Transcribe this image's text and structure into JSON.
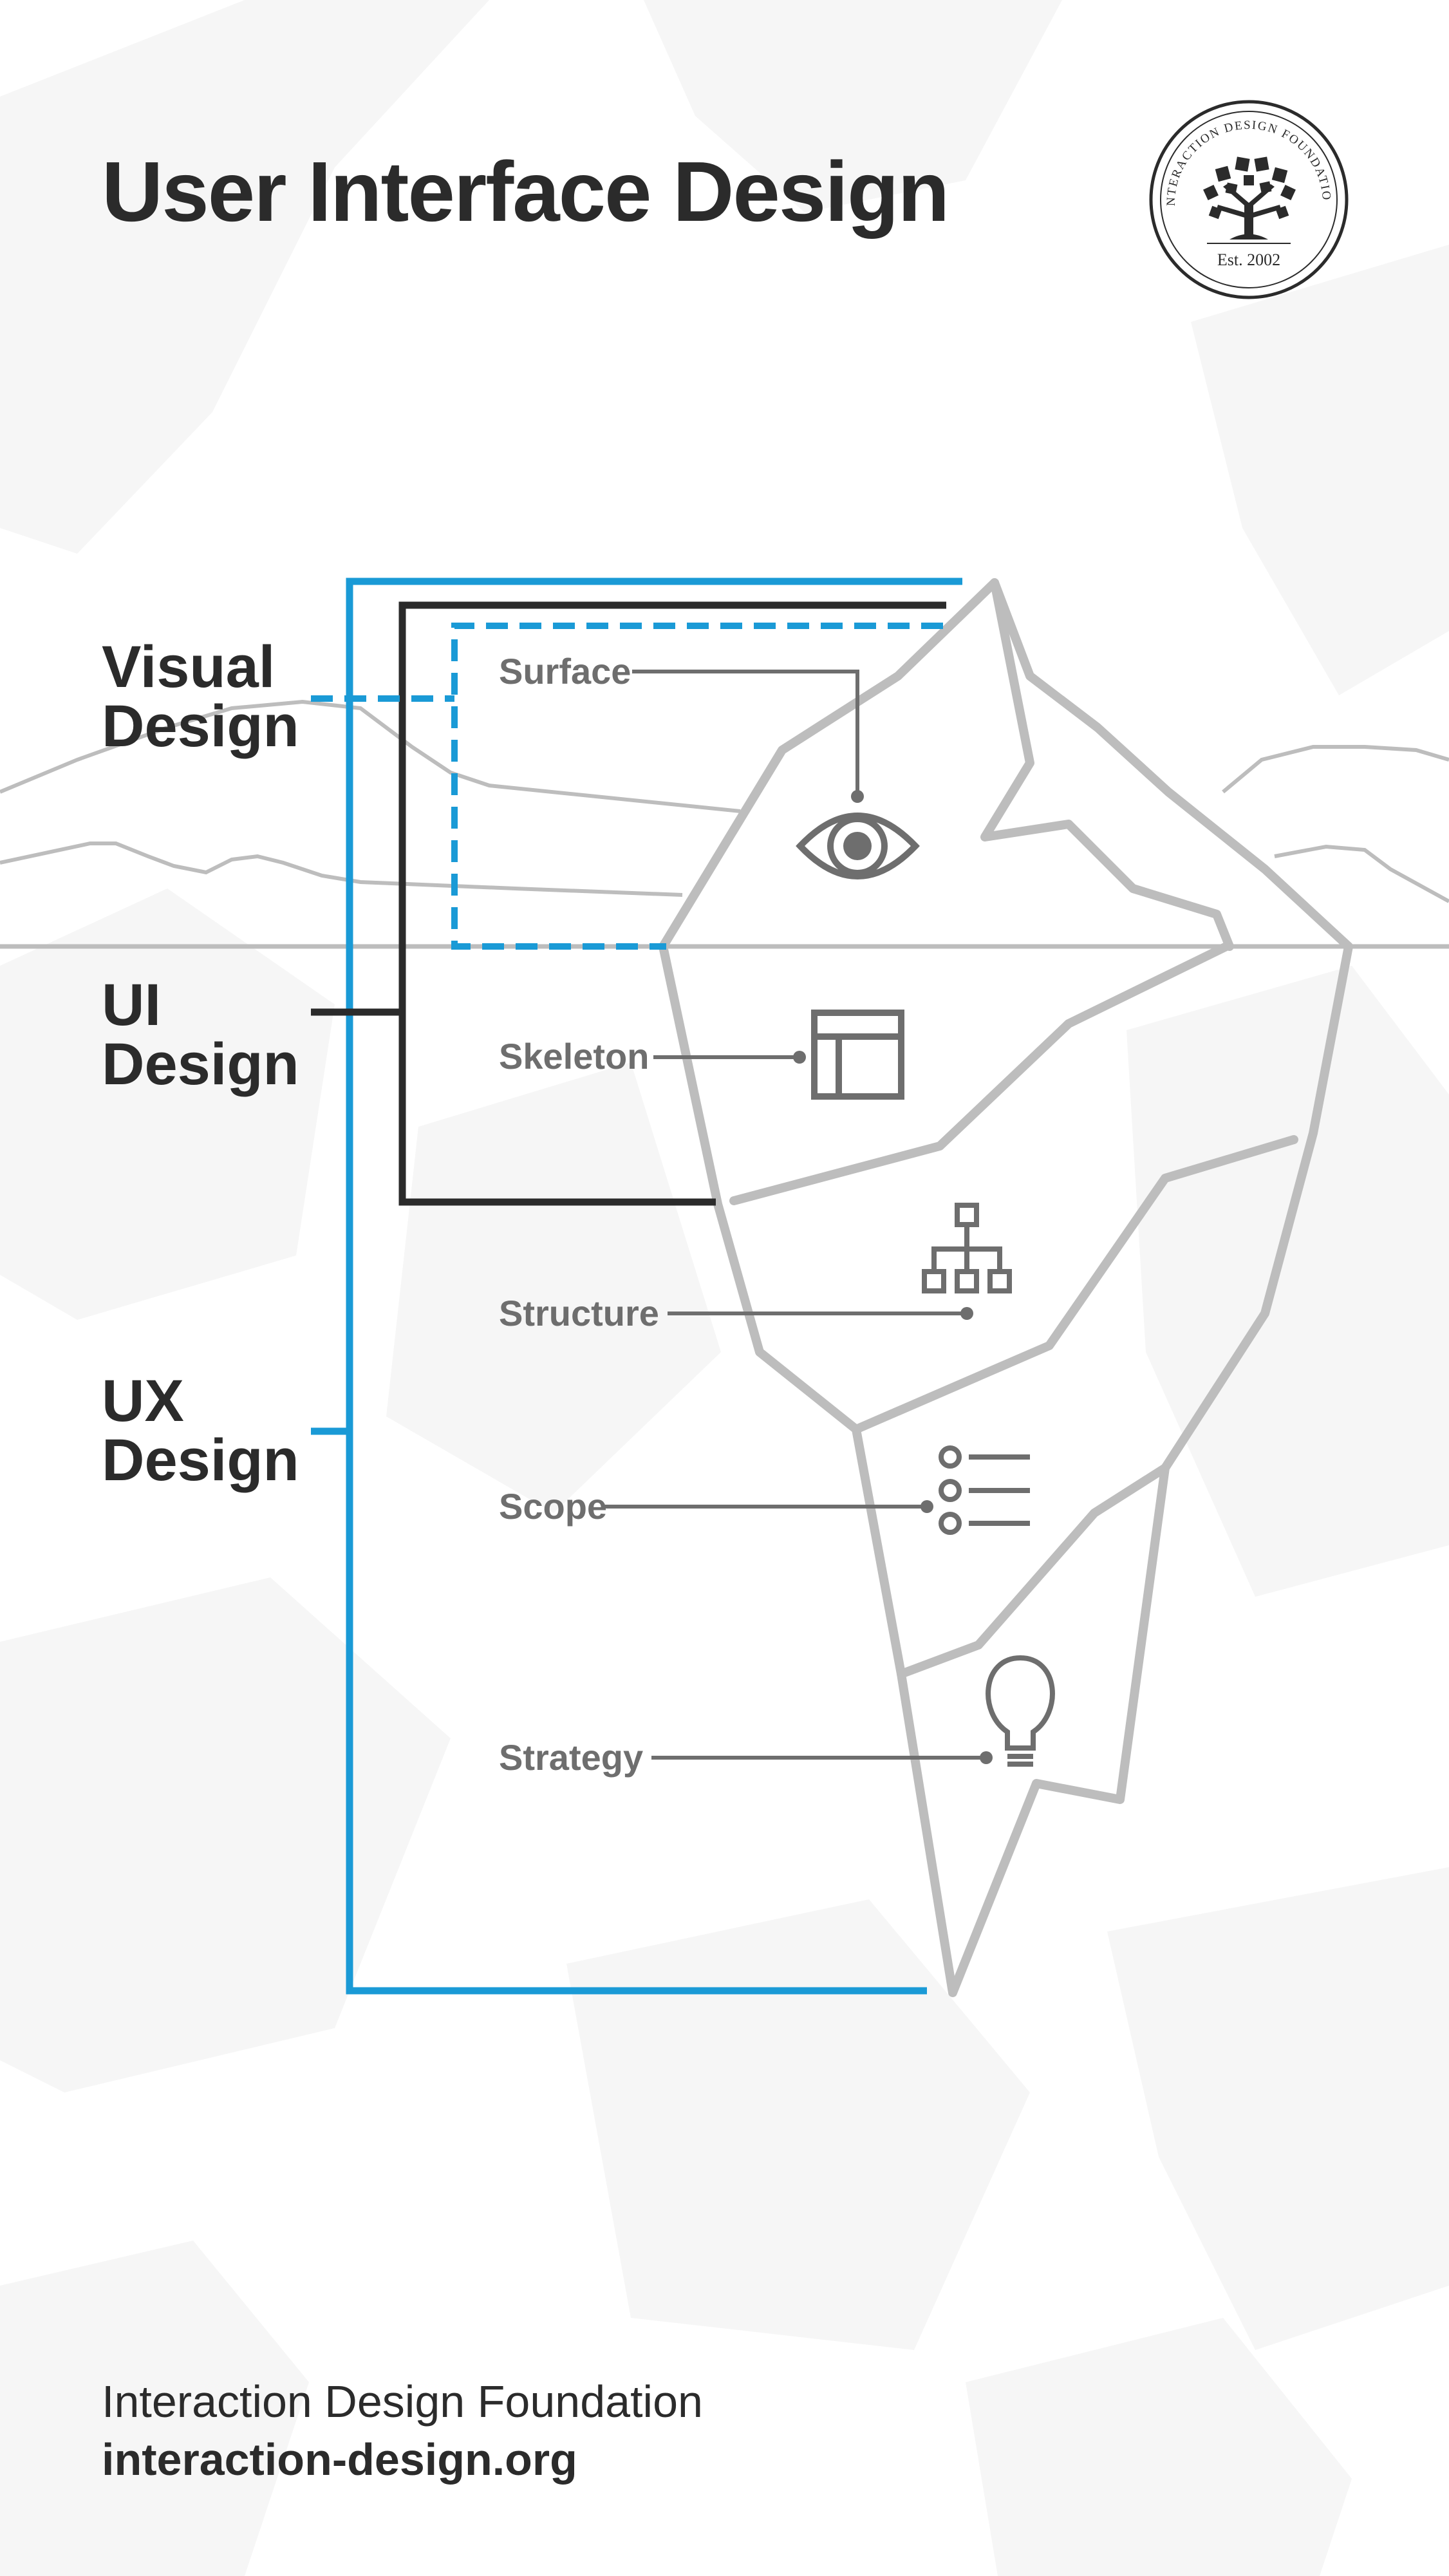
{
  "title": "User Interface Design",
  "logo": {
    "ring_text": "INTERACTION DESIGN FOUNDATION",
    "est": "Est. 2002"
  },
  "brackets": [
    {
      "label": "Visual\nDesign",
      "color": "#1a9ad6",
      "style": "dashed"
    },
    {
      "label": "UI\nDesign",
      "color": "#2b2b2b",
      "style": "solid"
    },
    {
      "label": "UX\nDesign",
      "color": "#1a9ad6",
      "style": "solid"
    }
  ],
  "layers": [
    {
      "label": "Surface",
      "icon": "eye-icon"
    },
    {
      "label": "Skeleton",
      "icon": "layout-icon"
    },
    {
      "label": "Structure",
      "icon": "sitemap-icon"
    },
    {
      "label": "Scope",
      "icon": "list-icon"
    },
    {
      "label": "Strategy",
      "icon": "lightbulb-icon"
    }
  ],
  "footer": {
    "name": "Interaction Design Foundation",
    "url": "interaction-design.org"
  },
  "colors": {
    "accent": "#1a9ad6",
    "dark": "#2b2b2b",
    "iceberg": "#bdbdbd",
    "icon": "#6e6e6e",
    "background_shapes": "#f4f4f4"
  }
}
